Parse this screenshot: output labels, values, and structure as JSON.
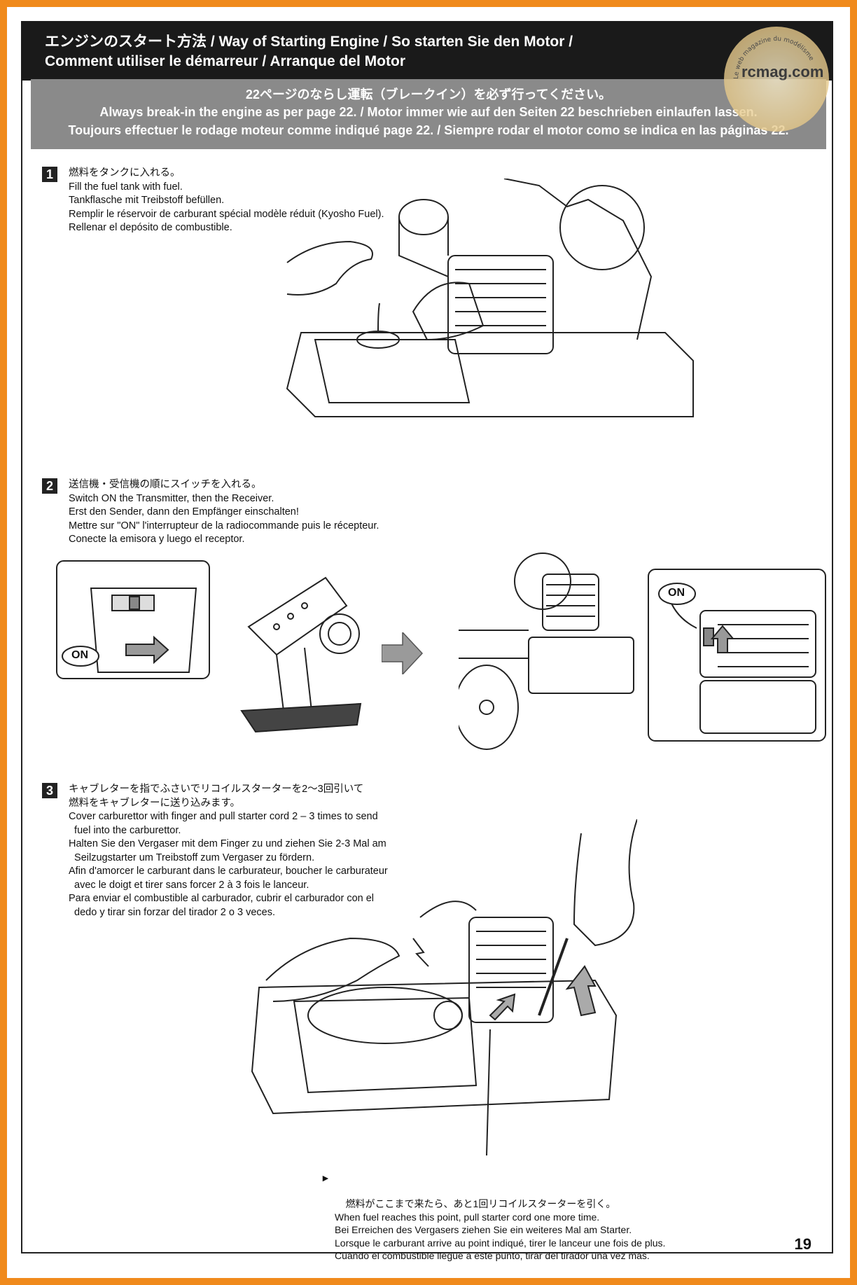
{
  "header": {
    "title_line1": "エンジンのスタート方法 / Way of Starting Engine / So starten Sie den Motor /",
    "title_line2": "Comment utiliser le démarreur / Arranque del Motor"
  },
  "banner": {
    "line1": "22ページのならし運転（ブレークイン）を必ず行ってください。",
    "line2": "Always break-in the engine as per page 22. / Motor immer wie auf den Seiten 22 beschrieben einlaufen lassen.",
    "line3": "Toujours effectuer le rodage moteur comme indiqué page 22. / Siempre rodar el motor como se indica en las páginas 22."
  },
  "watermark": {
    "text": "rcmag.com",
    "arc_text": "Le web magazine du modélisme"
  },
  "steps": [
    {
      "number": "1",
      "text": "燃料をタンクに入れる。\nFill the fuel tank with fuel.\nTankflasche mit Treibstoff befüllen.\nRemplir le réservoir de carburant spécial modèle réduit (Kyosho Fuel).\nRellenar el depósito de combustible."
    },
    {
      "number": "2",
      "text": "送信機・受信機の順にスイッチを入れる。\nSwitch ON the Transmitter, then the Receiver.\nErst den Sender, dann den Empfänger einschalten!\nMettre sur \"ON\" l'interrupteur de la radiocommande puis le récepteur.\nConecte la emisora y luego el receptor."
    },
    {
      "number": "3",
      "text": "キャブレターを指でふさいでリコイルスターターを2〜3回引いて\n燃料をキャブレターに送り込みます。\nCover carburettor with finger and pull starter cord 2 – 3 times to send\n  fuel into the carburettor.\nHalten Sie den Vergaser mit dem Finger zu und ziehen Sie 2-3 Mal am\n  Seilzugstarter um Treibstoff zum Vergaser zu fördern.\nAfin d'amorcer le carburant dans le carburateur, boucher le carburateur\n  avec le doigt et tirer sans forcer 2 à 3 fois le lanceur.\nPara enviar el combustible al carburador, cubrir el carburador con el\n  dedo y tirar sin forzar del tirador 2 o 3 veces."
    }
  ],
  "labels": {
    "on_left": "ON",
    "on_right": "ON"
  },
  "note": {
    "text": "燃料がここまで来たら、あと1回リコイルスターターを引く。\nWhen fuel reaches this point, pull starter cord one more time.\nBei Erreichen des Vergasers ziehen Sie ein weiteres Mal am Starter.\nLorsque le carburant arrive au point indiqué, tirer le lanceur une fois de plus.\nCuando el combustible llegue a este punto, tirar del tirador una vez mas."
  },
  "page_number": "19"
}
